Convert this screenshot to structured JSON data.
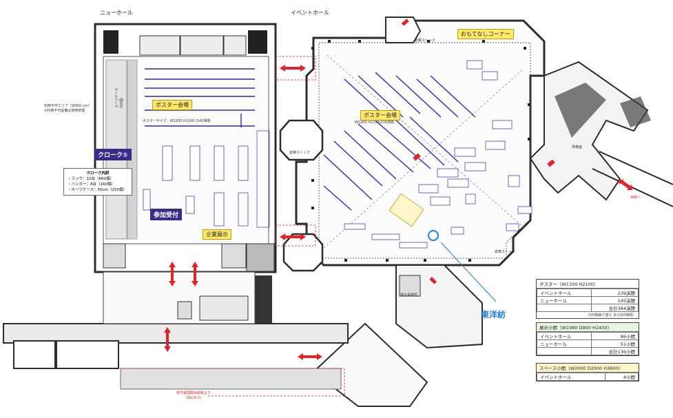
{
  "halls": {
    "new_hall": "ニューホール",
    "event_hall": "イベントホール"
  },
  "labels": {
    "poster_new": "ポスター会場",
    "poster_new_size": "ポスターサイズ：W1200 H2100 /145演題",
    "poster_event": "ポスター会場",
    "poster_event_size": "W1200 H2100/239演題",
    "cloak": "クローク①",
    "reception": "参加受付",
    "company": "企業展示",
    "omotenashi": "おもてなしコーナー",
    "toyobo": "東洋紡",
    "suitcase": "スーツケース\n(50個)",
    "subway": "地下鉄国際会館駅より\n(出口4-2)",
    "no_use_area": "利用不可エリア（W900 cm）\n※利用不可設備は常時管理",
    "storage_left": "倉庫ストック",
    "storage_right": "倉庫ストック",
    "storage_top": "倉庫ストック",
    "annex": "本館へ",
    "exhibition_office": "展示事務局",
    "prep_room": "準備室"
  },
  "cloak_box": {
    "title": "クローク内訳",
    "items": [
      "・ラック：22台（660個）",
      "・ハンガー：8台（160個）",
      "・スーツケース：50cm（250個）"
    ]
  },
  "stats": {
    "poster": {
      "header": "ポスター（W1200 H2100）",
      "rows": [
        [
          "イベントホール",
          "239演題"
        ],
        [
          "ニューホール",
          "145演題"
        ],
        [
          "",
          "合計384演題"
        ]
      ],
      "note": "（3日間繰り替え 計1150演題）"
    },
    "exhibit": {
      "header": "展示小間（W1980 D900 H2400）",
      "rows": [
        [
          "イベントホール",
          "86小間"
        ],
        [
          "ニューホール",
          "51小間"
        ],
        [
          "",
          "合計136小間"
        ]
      ]
    },
    "space": {
      "header": "スペース小間（W2000 D2000 H3600）",
      "rows": [
        [
          "イベントホール",
          "4小間"
        ]
      ]
    }
  },
  "colors": {
    "wall": "#2b2b2b",
    "poster_board": "#3a1fb0",
    "arrow": "#e0242a",
    "label_yellow": "#ffe96b",
    "label_purple": "#3a2a8a",
    "toyobo_blue": "#1a7fd6",
    "exhibit_green": "#e7f7df"
  }
}
